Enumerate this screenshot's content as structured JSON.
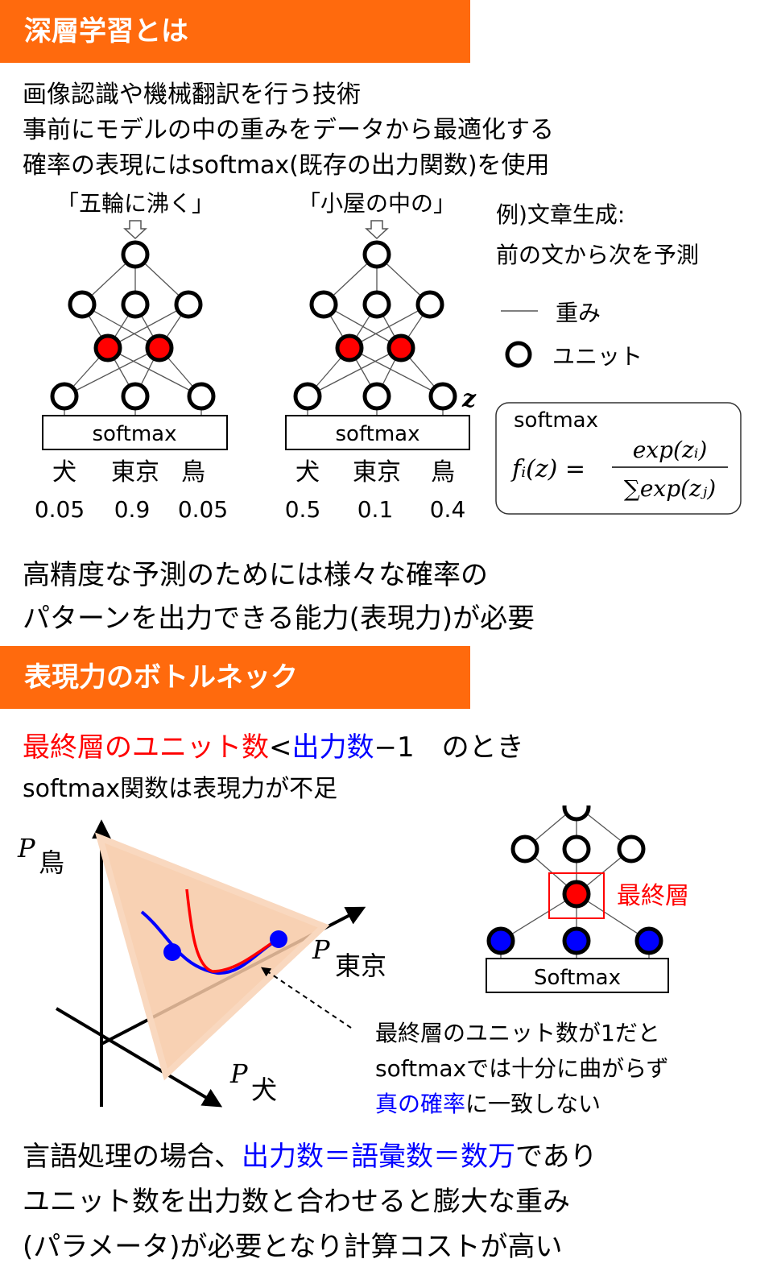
{
  "section1": {
    "header": "深層学習とは",
    "lines": [
      "画像認識や機械翻訳を行う技術",
      "事前にモデルの中の重みをデータから最適化する",
      "確率の表現にはsoftmax(既存の出力関数)を使用"
    ],
    "example": {
      "line1": "例)文章生成:",
      "line2": "前の文から次を予測"
    },
    "legend": {
      "weight": "重み",
      "unit": "ユニット"
    },
    "networks": [
      {
        "input": "「五輪に沸く」",
        "softmax_label": "softmax",
        "outputs": [
          "犬",
          "東京",
          "鳥"
        ],
        "probs": [
          "0.05",
          "0.9",
          "0.05"
        ]
      },
      {
        "input": "「小屋の中の」",
        "softmax_label": "softmax",
        "z_label": "z",
        "outputs": [
          "犬",
          "東京",
          "鳥"
        ],
        "probs": [
          "0.5",
          "0.1",
          "0.4"
        ]
      }
    ],
    "formula_box": {
      "title": "softmax",
      "lhs": "fᵢ(z) =",
      "numerator": "exp(zᵢ)",
      "denominator": "∑exp(zⱼ)"
    },
    "conclusion": [
      "高精度な予測のためには様々な確率の",
      "パターンを出力できる能力(表現力)が必要"
    ]
  },
  "section2": {
    "header": "表現力のボトルネック",
    "condition": {
      "red_part": "最終層のユニット数",
      "lt": "<",
      "blue_part": "出力数",
      "tail": "−1　のとき"
    },
    "line2": "softmax関数は表現力が不足",
    "axes": {
      "bird": "鳥",
      "tokyo": "東京",
      "dog": "犬",
      "p": "P"
    },
    "net2": {
      "final_layer_label": "最終層",
      "softmax_label": "Softmax"
    },
    "annotation": {
      "line1": "最終層のユニット数が1だと",
      "line2": "softmaxでは十分に曲がらず",
      "line3_blue": "真の確率",
      "line3_rest": "に一致しない"
    },
    "bottom": {
      "line1_start": "言語処理の場合、",
      "line1_blue": "出力数＝語彙数＝数万",
      "line1_end": "であり",
      "line2": "ユニット数を出力数と合わせると膨大な重み",
      "line3": "(パラメータ)が必要となり計算コストが高い"
    },
    "colors": {
      "red": "#FF0000",
      "blue": "#0000FF",
      "orange": "#FF6A0D",
      "triangle": "#F7C9A6"
    }
  }
}
